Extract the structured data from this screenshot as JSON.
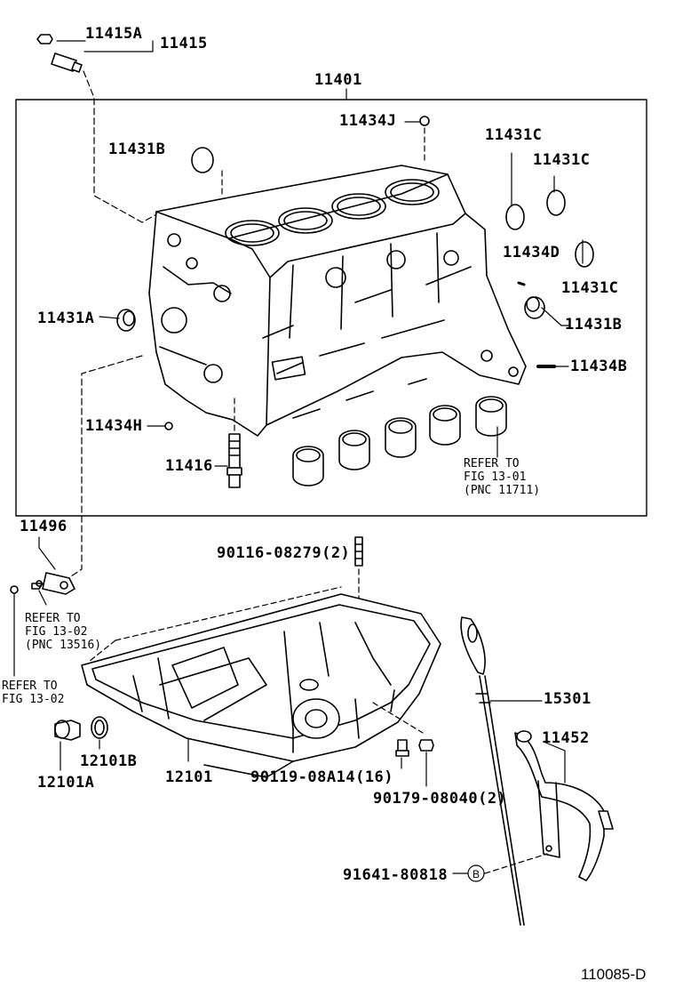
{
  "diagram_id": "110085-D",
  "bolt_marker": "B",
  "labels": {
    "p11415a": "11415A",
    "p11415": "11415",
    "p11401": "11401",
    "p11434j": "11434J",
    "p11431c_1": "11431C",
    "p11431c_2": "11431C",
    "p11431b_top": "11431B",
    "p11434d": "11434D",
    "p11431c_3": "11431C",
    "p11431a": "11431A",
    "p11431b_right": "11431B",
    "p11434b": "11434B",
    "p11434h": "11434H",
    "p11416": "11416",
    "p11496": "11496",
    "p90116": "90116-08279(2)",
    "p15301": "15301",
    "p11452": "11452",
    "p12101b": "12101B",
    "p12101a": "12101A",
    "p12101": "12101",
    "p90119": "90119-08A14(16)",
    "p90179": "90179-08040(2)",
    "p91641": "91641-80818"
  },
  "refs": {
    "fig1301": "REFER TO\nFIG 13-01\n(PNC 11711)",
    "fig1302a": "REFER TO\nFIG 13-02\n(PNC 13516)",
    "fig1302b": "REFER TO\nFIG 13-02"
  }
}
